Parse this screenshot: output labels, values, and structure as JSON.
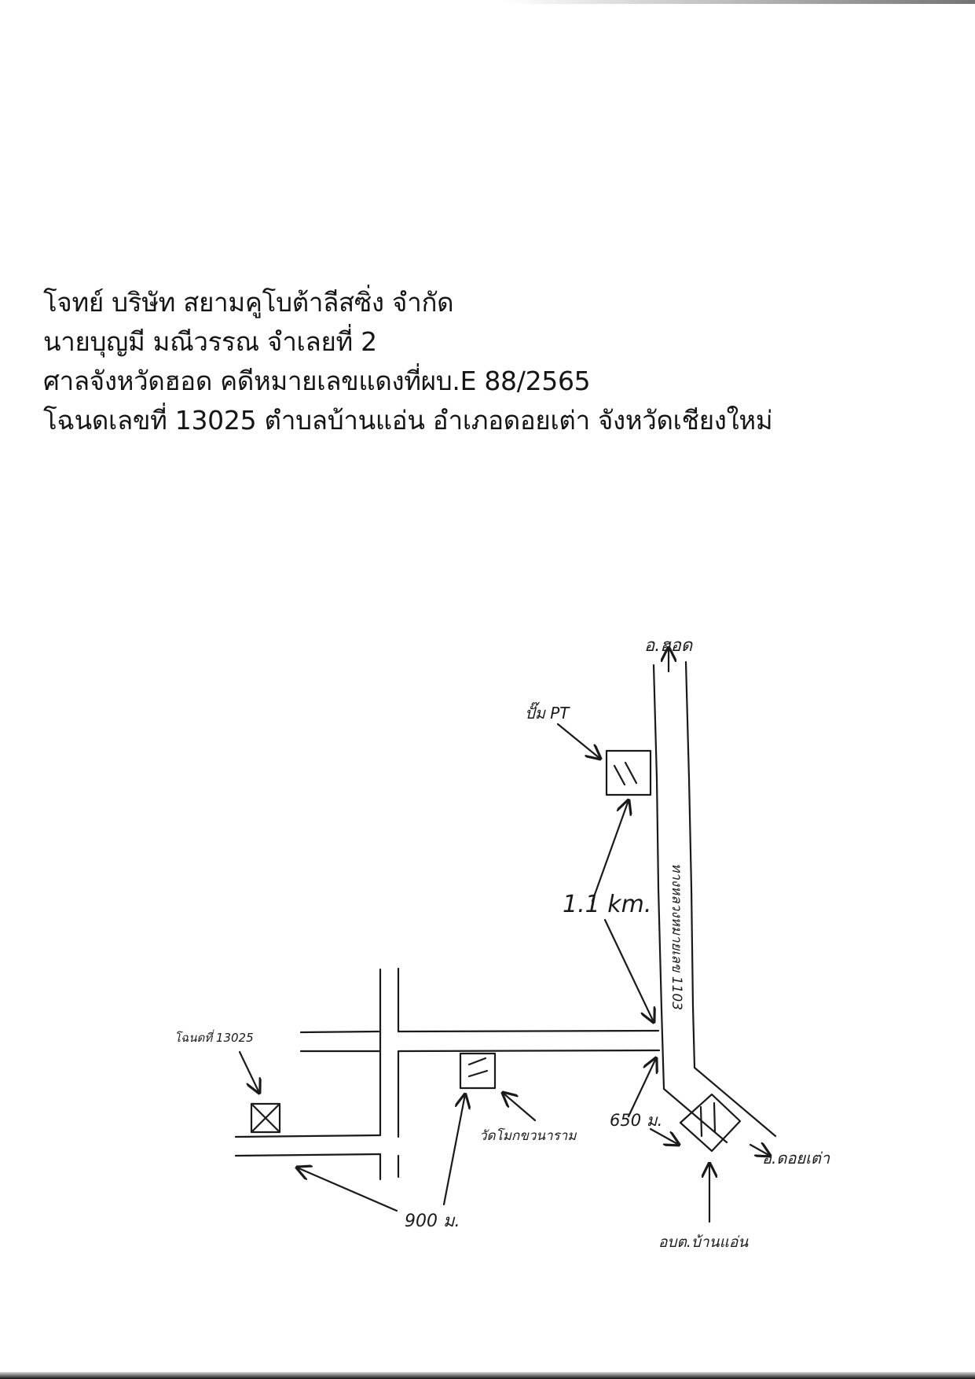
{
  "header": {
    "lines": [
      "โจทย์ บริษัท สยามคูโบต้าลีสซิ่ง จำกัด",
      "นายบุญมี มณีวรรณ จำเลยที่ 2",
      "ศาลจังหวัดฮอด คดีหมายเลขแดงที่ผบ.E 88/2565",
      "โฉนดเลขที่ 13025 ตำบลบ้านแอ่น อำเภอดอยเต่า จังหวัดเชียงใหม่"
    ]
  },
  "map": {
    "labels": {
      "north_destination": "อ.ฮอด",
      "gas_station": "ปั๊ม PT",
      "distance_to_gas_station": "1.1 km.",
      "highway": "ทางหลวงหมายเลข 1103",
      "deed": "โฉนดที่ 13025",
      "temple": "วัดโมกขวนาราม",
      "distance_to_office": "650 ม.",
      "southeast_destination": "อ.ดอยเต่า",
      "distance_to_parcel": "900 ม.",
      "sao_office": "อบต.บ้านแอ่น"
    }
  }
}
